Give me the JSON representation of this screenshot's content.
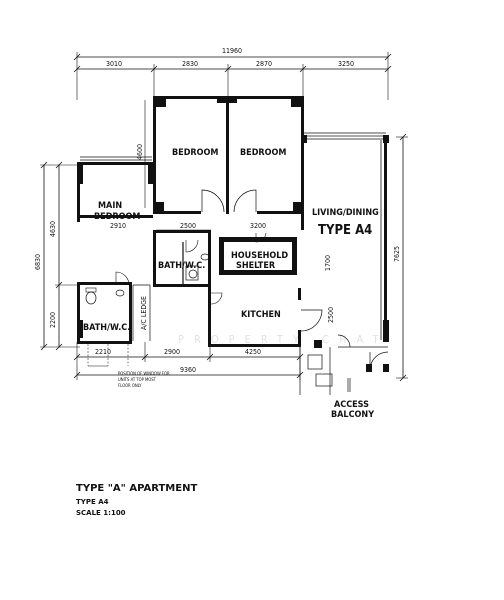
{
  "dimensions": {
    "overall_top": "11960",
    "top_segments": [
      "3010",
      "2830",
      "2870",
      "3250"
    ],
    "bedroom_depth": "4600",
    "left_total": "6830",
    "left_upper": "4630",
    "left_lower": "2200",
    "right_total": "7625",
    "bedroom_widths": [
      "2910",
      "2500",
      "3200"
    ],
    "shelter_depth": "1700",
    "kitchen_depth": "2500",
    "bottom_segments": [
      "2210",
      "2900",
      "4250"
    ],
    "bottom_total": "9360"
  },
  "rooms": {
    "bedroom_1": "BEDROOM",
    "bedroom_2": "BEDROOM",
    "main_bedroom_line1": "MAIN",
    "main_bedroom_line2": "BEDROOM",
    "living_dining": "LIVING/DINING",
    "unit_type": "TYPE A4",
    "bath_upper": "BATH/W.C.",
    "household_line1": "HOUSEHOLD",
    "household_line2": "SHELTER",
    "kitchen": "KITCHEN",
    "bath_lower": "BATH/W.C.",
    "ac_ledge": "A/C LEDGE",
    "access_line1": "ACCESS",
    "access_line2": "BALCONY"
  },
  "notes": {
    "window_line1": "POSITION OF WINDOW FOR",
    "window_line2": "UNITS AT TOP MOST",
    "window_line3": "FLOOR ONLY"
  },
  "watermark": "PROPERTY CHAT",
  "caption": {
    "title": "TYPE \"A\" APARTMENT",
    "subtitle": "TYPE A4",
    "scale": "SCALE 1:100"
  }
}
